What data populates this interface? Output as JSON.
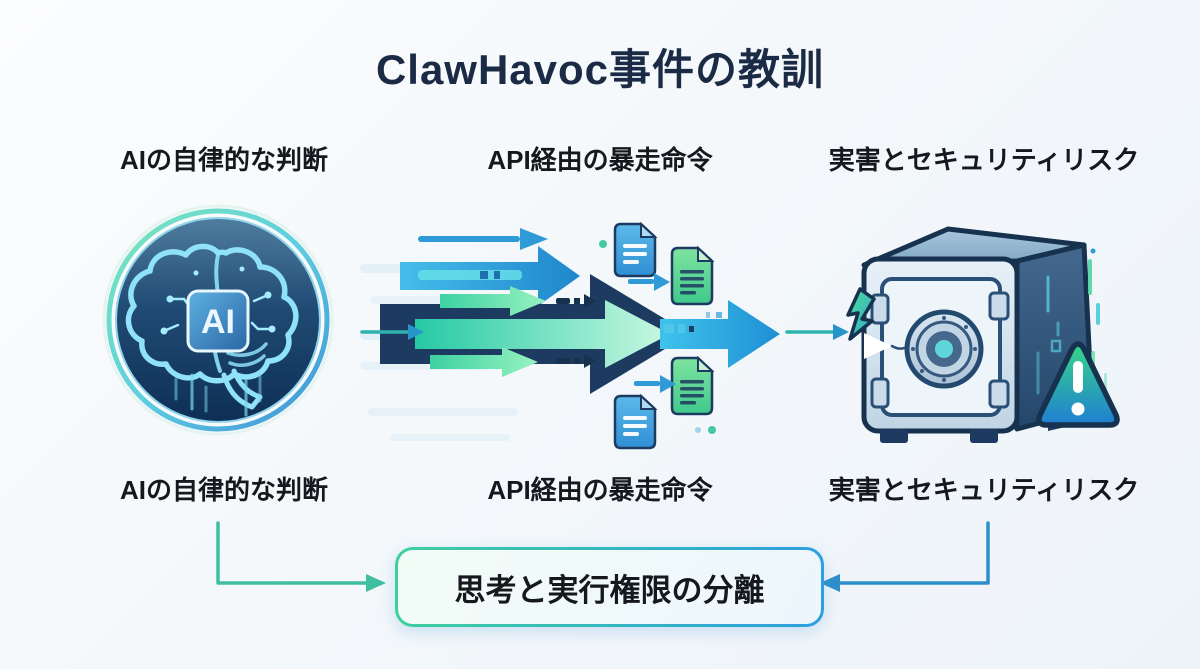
{
  "title": "ClawHavoc事件の教訓",
  "columns": [
    {
      "key": "ai",
      "label_top": "AIの自律的な判断",
      "label_bottom": "AIの自律的な判断",
      "icon": "ai-brain-chip-icon",
      "chip_text": "AI"
    },
    {
      "key": "api",
      "label_top": "API経由の暴走命令",
      "label_bottom": "API経由の暴走命令",
      "icon": "speeding-arrows-documents-icon"
    },
    {
      "key": "risk",
      "label_top": "実害とセキュリティリスク",
      "label_bottom": "実害とセキュリティリスク",
      "icon": "cracked-safe-warning-icon"
    }
  ],
  "conclusion": {
    "label": "思考と実行権限の分離"
  },
  "icons": {
    "left_flow_arrow": "right-arrow-icon",
    "right_flow_arrow": "right-arrow-icon",
    "connector_left": "elbow-arrow-down-right-icon",
    "connector_right": "elbow-arrow-down-left-icon",
    "warning": "warning-triangle-icon"
  },
  "colors": {
    "background_start": "#fcfdfe",
    "background_end": "#eef3f9",
    "title_text": "#1b2b45",
    "label_text": "#16181d",
    "teal_connector": "#3fbfa0",
    "blue_connector": "#2d8ecb",
    "box_border_left": "#3ecf9f",
    "box_border_right": "#2b9fe0",
    "navy_arrow": "#1d3a60",
    "green_accent": "#3ed1a2",
    "blue_accent": "#2f9ad8"
  }
}
